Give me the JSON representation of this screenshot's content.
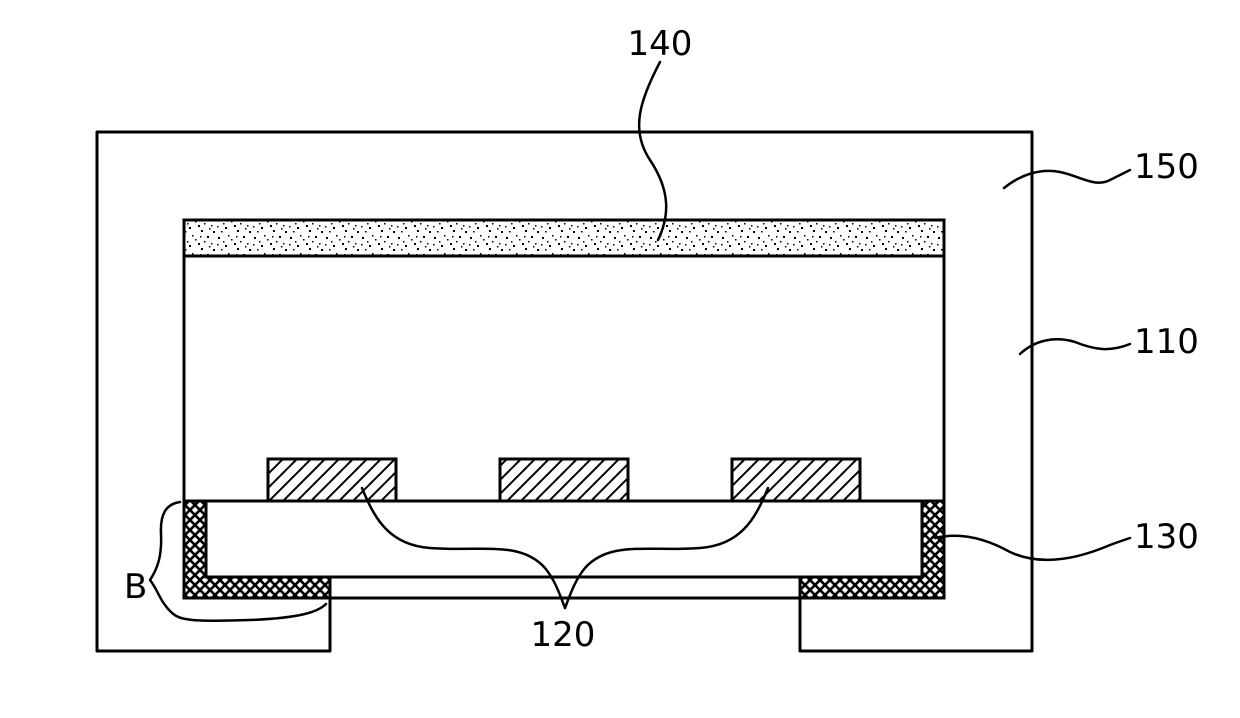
{
  "diagram": {
    "labels": {
      "top_layer": "140",
      "housing": "150",
      "substrate": "110",
      "bonding_layer": "130",
      "electrodes": "120",
      "region": "B"
    },
    "colors": {
      "line": "#000000",
      "background": "#ffffff"
    }
  }
}
